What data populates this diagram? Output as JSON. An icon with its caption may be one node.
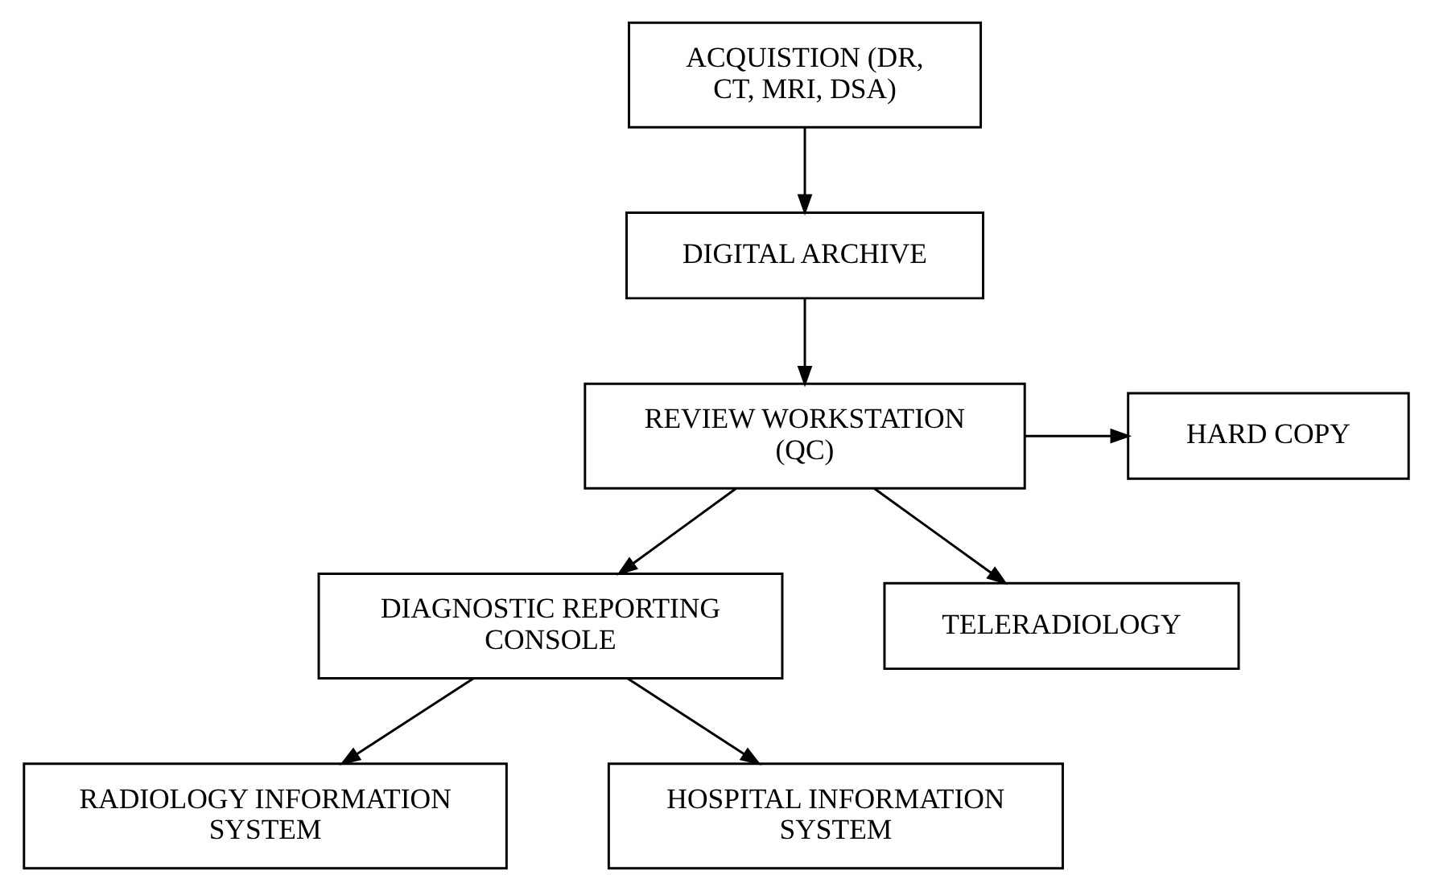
{
  "diagram": {
    "nodes": [
      {
        "text": [
          "ACQUISTION (DR, CT, MRI, DSA)"
        ]
      },
      {
        "text": [
          "DIGITAL ARCHIVE"
        ]
      },
      {
        "text": [
          "REVIEW WORKSTATION (QC)"
        ]
      },
      {
        "text": [
          "HARD COPY"
        ]
      },
      {
        "text": [
          "DIAGNOSTIC REPORTING CONSOLE"
        ]
      },
      {
        "text": [
          "TELERADIOLOGY"
        ]
      },
      {
        "text": [
          "RADIOLOGY INFORMATION SYSTEM"
        ]
      },
      {
        "text": [
          "HOSPITAL INFORMATION SYSTEM"
        ]
      }
    ],
    "edges": [
      {
        "from": 0,
        "to": 1,
        "arrow": "to"
      },
      {
        "from": 1,
        "to": 2,
        "arrow": "to"
      },
      {
        "from": 2,
        "to": 3,
        "arrow": "to"
      },
      {
        "from": 2,
        "to": 4,
        "arrow": "to"
      },
      {
        "from": 2,
        "to": 5,
        "arrow": "to"
      },
      {
        "from": 4,
        "to": 6,
        "arrow": "to"
      },
      {
        "from": 4,
        "to": 7,
        "arrow": "to"
      }
    ]
  }
}
